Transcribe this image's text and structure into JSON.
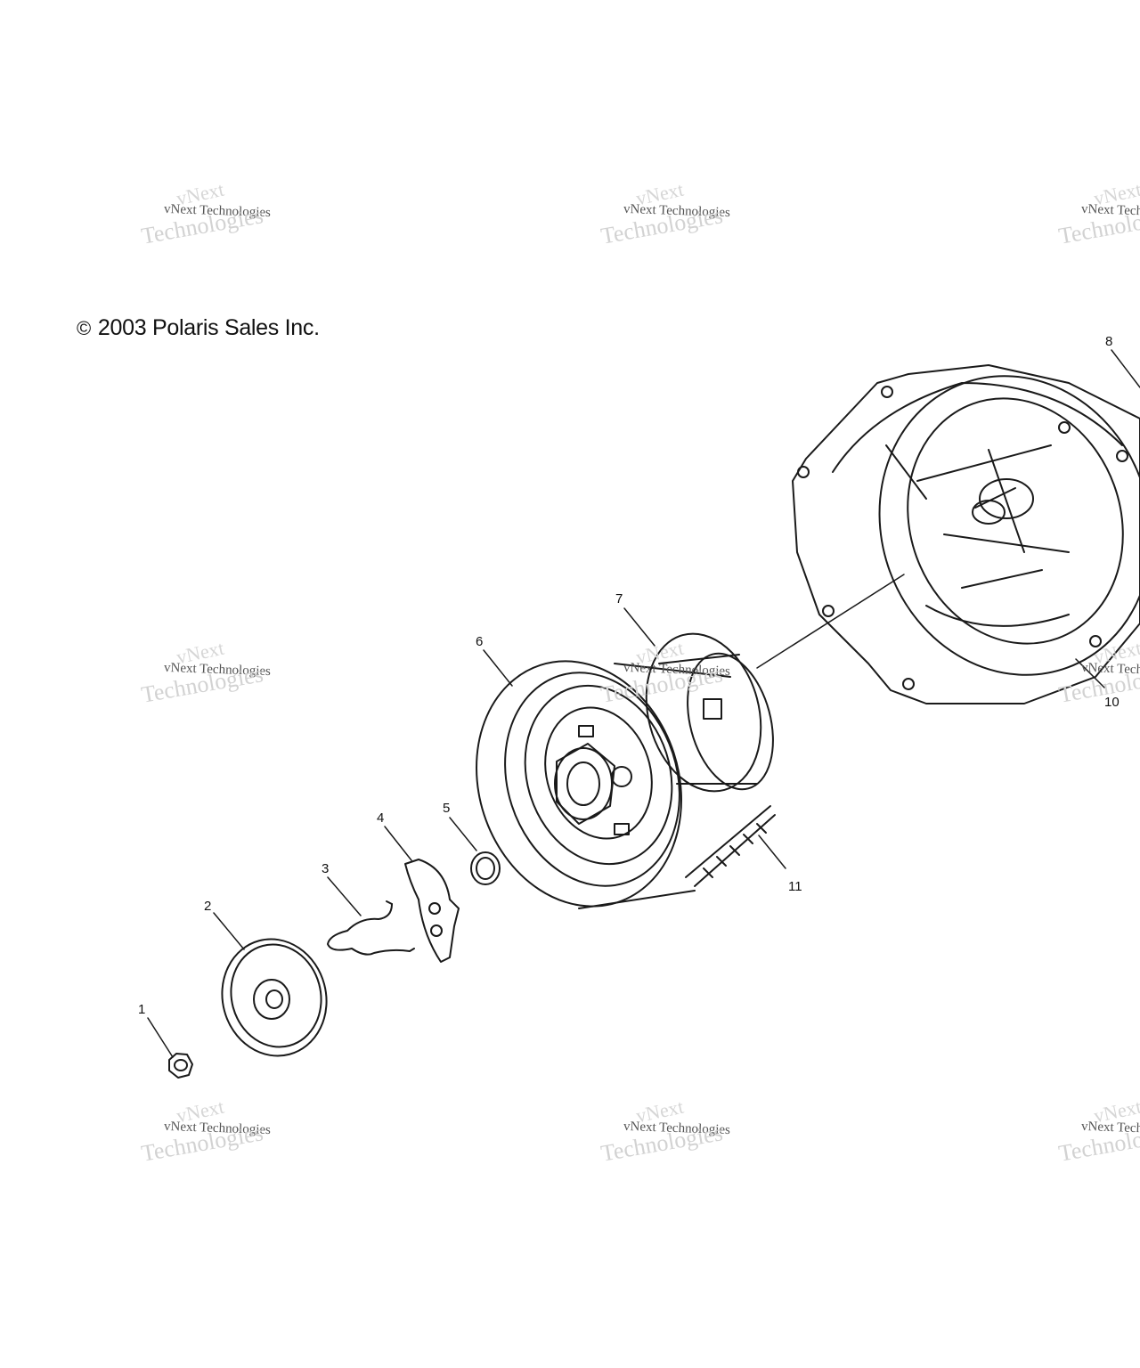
{
  "copyright": {
    "symbol": "©",
    "text": "2003 Polaris Sales Inc."
  },
  "watermark": {
    "line1": "vNext",
    "line2": "vNext Technologies",
    "line3": "Technologies"
  },
  "callouts": [
    "1",
    "2",
    "3",
    "4",
    "5",
    "6",
    "7",
    "8",
    "10",
    "11"
  ],
  "colors": {
    "line": "#1a1a1a",
    "paper": "#ffffff"
  }
}
